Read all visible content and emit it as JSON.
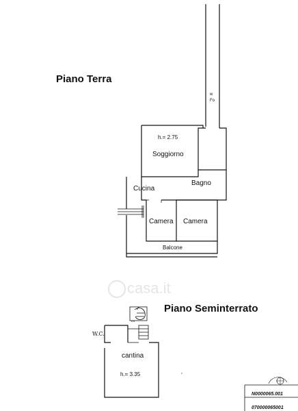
{
  "titles": {
    "ground_floor": "Piano Terra",
    "basement": "Piano Seminterrato"
  },
  "ground_floor": {
    "height_label": "h.= 2.75",
    "rooms": {
      "soggiorno": "Soggiorno",
      "bagno": "Bagno",
      "cucina": "Cucina",
      "camera_1": "Camera",
      "camera_2": "Camera",
      "balcone": "Balcone"
    },
    "corridor_marks": "w\nFo"
  },
  "basement": {
    "wc": "W.C.",
    "cantina": "cantina",
    "height_label": "h.= 3.35"
  },
  "watermark": "casa.it",
  "document_codes": {
    "line_1": "N0000065.001",
    "line_2": "070000065001"
  }
}
